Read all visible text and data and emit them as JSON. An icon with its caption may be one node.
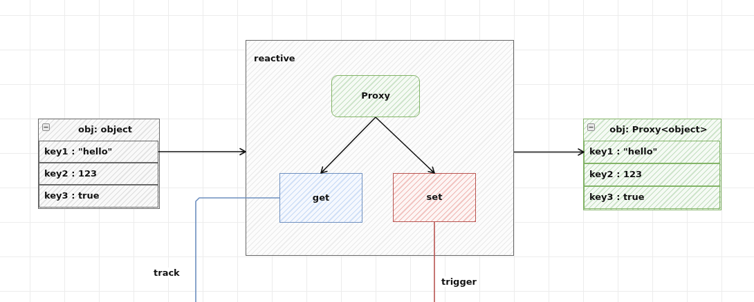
{
  "diagram": {
    "nodes": [
      {
        "text": [
          "obj: object"
        ]
      },
      {
        "text": [
          "key1 : \"hello\""
        ],
        "in": 0
      },
      {
        "text": [
          "key2 : 123"
        ],
        "in": 0
      },
      {
        "text": [
          "key3 : true"
        ],
        "in": 0
      },
      {
        "text": [
          "reactive"
        ]
      },
      {
        "text": [
          "Proxy"
        ],
        "in": 4
      },
      {
        "text": [
          "get"
        ],
        "in": 4
      },
      {
        "text": [
          "set"
        ],
        "in": 4
      },
      {
        "text": [
          "obj: Proxy<object>"
        ]
      },
      {
        "text": [
          "key1 : \"hello\""
        ],
        "in": 8
      },
      {
        "text": [
          "key2 : 123"
        ],
        "in": 8
      },
      {
        "text": [
          "key3 : true"
        ],
        "in": 8
      }
    ],
    "edges": [
      {
        "from": 1,
        "to": 4,
        "arrow": "to"
      },
      {
        "from": 5,
        "to": 6,
        "arrow": "to"
      },
      {
        "from": 5,
        "to": 7,
        "arrow": "to"
      },
      {
        "from": 4,
        "to": 9,
        "arrow": "to"
      },
      {
        "from": 6,
        "to": null,
        "arrow": "none",
        "label": "track",
        "color": "#6c8ebf"
      },
      {
        "from": 7,
        "to": null,
        "arrow": "none",
        "label": "trigger",
        "color": "#b85450"
      }
    ]
  }
}
